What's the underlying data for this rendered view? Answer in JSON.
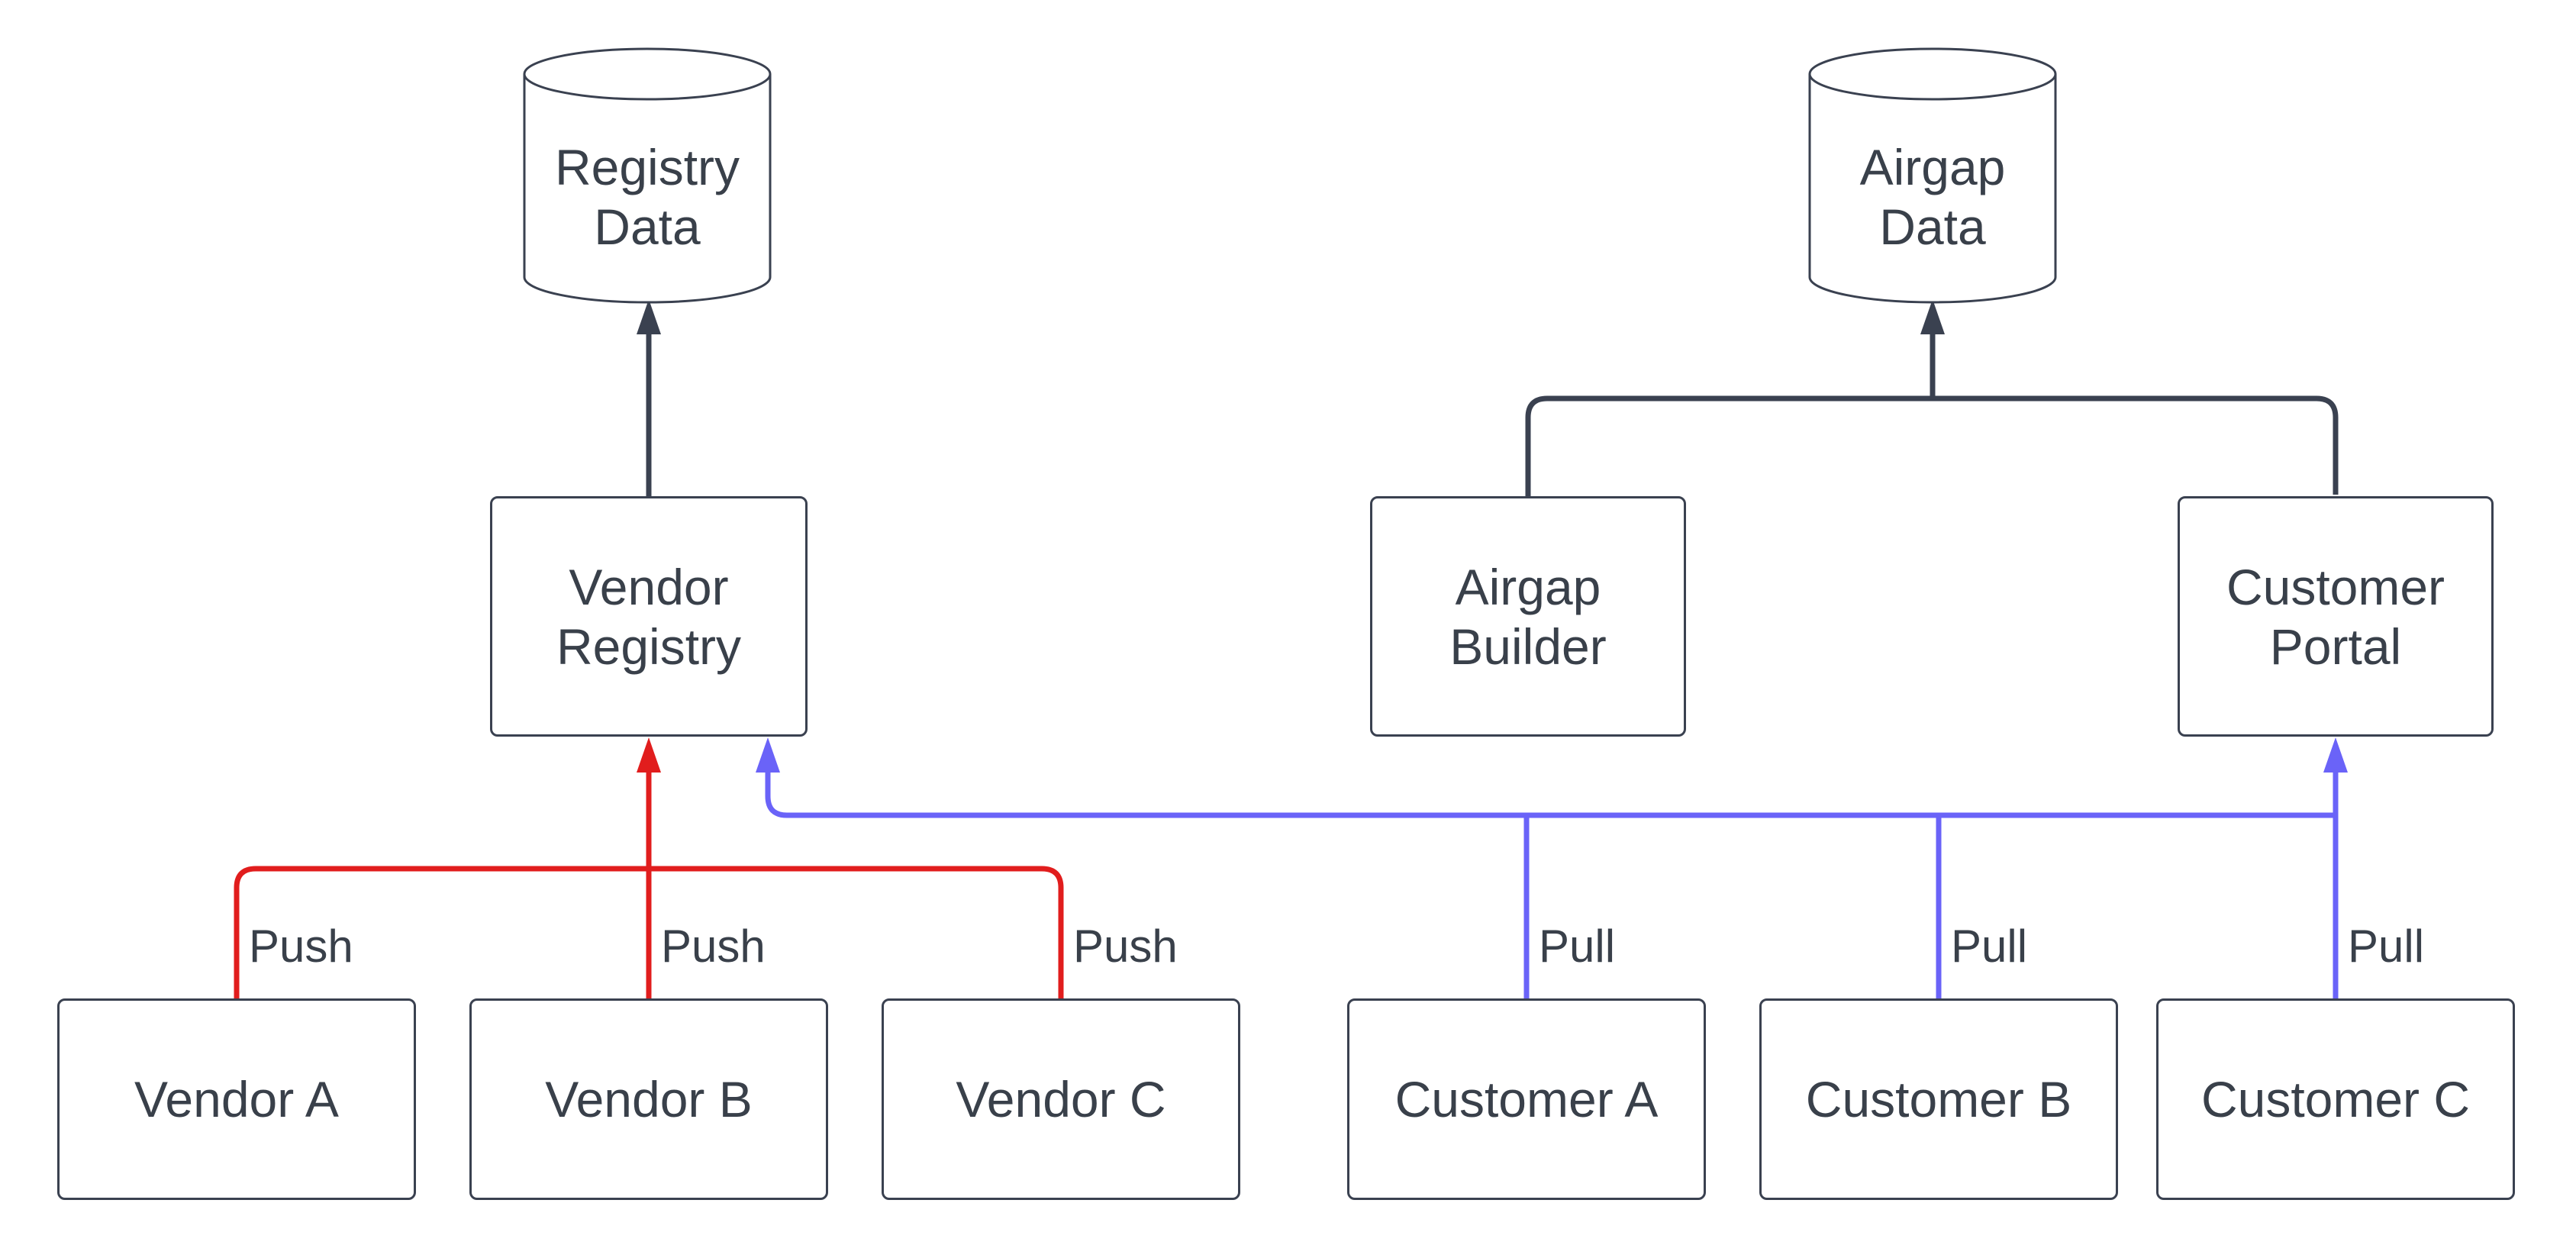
{
  "diagram": {
    "type": "flowchart",
    "colors": {
      "background": "#ffffff",
      "node_fill": "#ffffff",
      "node_border": "#3a4150",
      "text": "#39404a",
      "dark_edge": "#3a4150",
      "push_edge": "#e11d1d",
      "pull_edge": "#6a63f8"
    },
    "nodes": {
      "registry_data": {
        "label": "Registry\nData",
        "shape": "cylinder"
      },
      "airgap_data": {
        "label": "Airgap\nData",
        "shape": "cylinder"
      },
      "vendor_registry": {
        "label": "Vendor\nRegistry",
        "shape": "rect"
      },
      "airgap_builder": {
        "label": "Airgap\nBuilder",
        "shape": "rect"
      },
      "customer_portal": {
        "label": "Customer\nPortal",
        "shape": "rect"
      },
      "vendor_a": {
        "label": "Vendor A",
        "shape": "rect"
      },
      "vendor_b": {
        "label": "Vendor B",
        "shape": "rect"
      },
      "vendor_c": {
        "label": "Vendor C",
        "shape": "rect"
      },
      "customer_a": {
        "label": "Customer A",
        "shape": "rect"
      },
      "customer_b": {
        "label": "Customer B",
        "shape": "rect"
      },
      "customer_c": {
        "label": "Customer C",
        "shape": "rect"
      }
    },
    "edges": [
      {
        "from": "vendor_registry",
        "to": "registry_data",
        "label": "",
        "color": "dark"
      },
      {
        "from": "airgap_builder",
        "to": "airgap_data",
        "label": "",
        "color": "dark"
      },
      {
        "from": "customer_portal",
        "to": "airgap_data",
        "label": "",
        "color": "dark"
      },
      {
        "from": "vendor_a",
        "to": "vendor_registry",
        "label": "Push",
        "color": "red"
      },
      {
        "from": "vendor_b",
        "to": "vendor_registry",
        "label": "Push",
        "color": "red"
      },
      {
        "from": "vendor_c",
        "to": "vendor_registry",
        "label": "Push",
        "color": "red"
      },
      {
        "from": "customer_a",
        "to": "vendor_registry",
        "label": "Pull",
        "color": "blue"
      },
      {
        "from": "customer_b",
        "to": "vendor_registry",
        "label": "Pull",
        "color": "blue"
      },
      {
        "from": "customer_c",
        "to": "customer_portal",
        "label": "Pull",
        "color": "blue"
      }
    ]
  }
}
